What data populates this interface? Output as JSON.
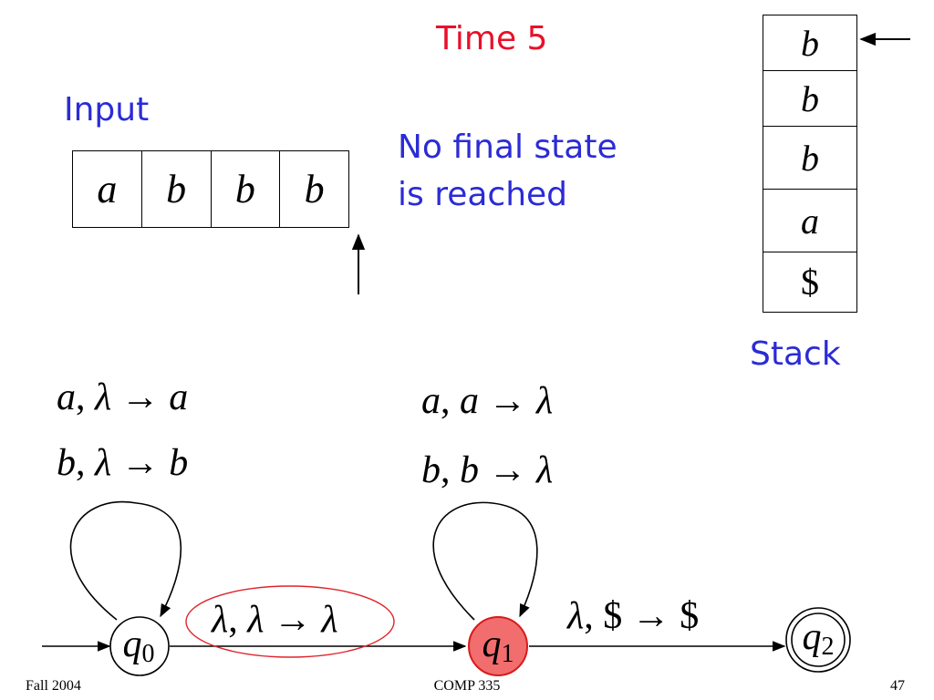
{
  "title": "Time 5",
  "input_label": "Input",
  "message_line1": "No final state",
  "message_line2": "is reached",
  "stack_label": "Stack",
  "input_tape": [
    "a",
    "b",
    "b",
    "b"
  ],
  "stack": [
    "b",
    "b",
    "b",
    "a",
    "$"
  ],
  "transitions": {
    "q0_loop_1": {
      "in": "a",
      "pop": "λ",
      "push": "a"
    },
    "q0_loop_2": {
      "in": "b",
      "pop": "λ",
      "push": "b"
    },
    "q1_loop_1": {
      "in": "a",
      "pop": "a",
      "push": "λ"
    },
    "q1_loop_2": {
      "in": "b",
      "pop": "b",
      "push": "λ"
    },
    "q0_q1": {
      "in": "λ",
      "pop": "λ",
      "push": "λ"
    },
    "q1_q2": {
      "in": "λ",
      "pop": "$",
      "push": "$"
    }
  },
  "arrow_symbol": "→",
  "states": {
    "q0": "0",
    "q1": "1",
    "q2": "2"
  },
  "state_base": "q",
  "current_state": "q1",
  "colors": {
    "title": "#e8102a",
    "text": "#2b2bd6",
    "current_state_fill": "#f26d6d",
    "current_state_stroke": "#d81b1b",
    "highlight_ellipse": "#e0242b"
  },
  "footer": {
    "left": "Fall 2004",
    "center": "COMP 335",
    "right": "47"
  }
}
